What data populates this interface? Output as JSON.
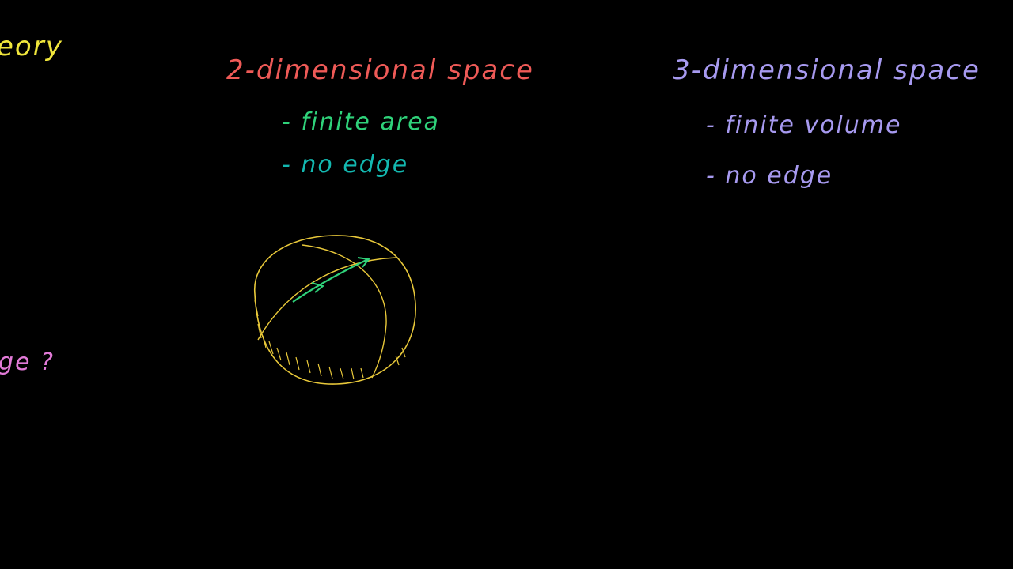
{
  "left_margin": {
    "top_fragment": "eory",
    "bottom_fragment": "ge ?"
  },
  "two_d": {
    "title": "2-dimensional space",
    "bullet_area": "- finite area",
    "bullet_edge": "- no edge"
  },
  "three_d": {
    "title": "3-dimensional space",
    "bullet_volume": "- finite volume",
    "bullet_edge": "- no edge"
  },
  "colors": {
    "background": "#000000",
    "yellow": "#f0e63c",
    "red": "#ee5a57",
    "green": "#2fd27a",
    "teal": "#13b8b0",
    "purple": "#a79af0",
    "pink": "#e27ad8",
    "sphere": "#e8c83a",
    "path_arrow": "#2fd27a"
  },
  "drawing": {
    "sphere": "sphere-sketch",
    "path": "green-path-with-arrows"
  }
}
